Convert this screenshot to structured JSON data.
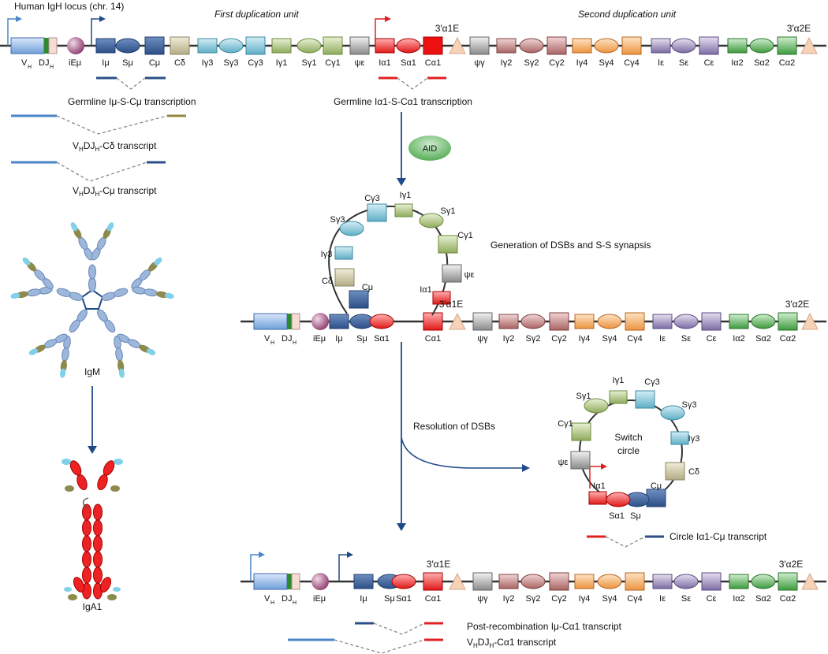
{
  "top": {
    "locus_label": "Human IgH locus (chr. 14)",
    "first_unit": "First duplication unit",
    "second_unit": "Second duplication unit",
    "row1_labels": [
      "Iμ",
      "Sμ",
      "Cμ",
      "Cδ",
      "Iγ3",
      "Sγ3",
      "Cγ3",
      "Iγ1",
      "Sγ1",
      "Cγ1",
      "ψε",
      "Iα1",
      "Sα1",
      "Cα1",
      "ψγ",
      "Iγ2",
      "Sγ2",
      "Cγ2",
      "Iγ4",
      "Sγ4",
      "Cγ4",
      "Iε",
      "Sε",
      "Cε",
      "Iα2",
      "Sα2",
      "Cα2"
    ],
    "enh_labels": [
      "3′α1E",
      "3′α2E"
    ]
  },
  "gene_labels": {
    "vh": "V",
    "vh_sub": "H",
    "djh": "DJ",
    "djh_sub": "H",
    "iemu": "iEμ"
  },
  "transcripts": {
    "germline_mu": "Germline Iμ-S-Cμ transcription",
    "vhdjh_cdelta_pre": "V",
    "vhdjh_cdelta_sub1": "H",
    "vhdjh_cdelta_mid": "DJ",
    "vhdjh_cdelta_sub2": "H",
    "vhdjh_cdelta_post": "-Cδ transcript",
    "vhdjh_cmu_post": "-Cμ transcript",
    "germline_alpha": "Germline Iα1-S-Cα1 transcription",
    "circle": "Circle Iα1-Cμ transcript",
    "post_recomb": "Post-recombination Iμ-Cα1 transcript",
    "vhdjh_ca1_post": "-Cα1 transcript"
  },
  "steps": {
    "aid": "AID",
    "dsb": "Generation of DSBs and S-S synapsis",
    "resolution": "Resolution of DSBs",
    "switch_circle_1": "Switch",
    "switch_circle_2": "circle"
  },
  "loop_labels": [
    "Cμ",
    "Cδ",
    "Iγ3",
    "Sγ3",
    "Cγ3",
    "Iγ1",
    "Sγ1",
    "Cγ1",
    "ψε",
    "Iα1",
    "3′α1E"
  ],
  "row2_labels": [
    "Iμ",
    "Sμ",
    "Sα1",
    "Cα1",
    "ψγ",
    "Iγ2",
    "Sγ2",
    "Cγ2",
    "Iγ4",
    "Sγ4",
    "Cγ4",
    "Iε",
    "Sε",
    "Cε",
    "Iα2",
    "Sα2",
    "Cα2",
    "3′α2E"
  ],
  "circle_labels": [
    "Sγ1",
    "Iγ1",
    "Cγ3",
    "Sγ3",
    "Iγ3",
    "Cδ",
    "Cμ",
    "Sμ",
    "Sα1",
    "Iα1",
    "Cγ1",
    "ψε"
  ],
  "row3_labels": [
    "Iμ",
    "Sμ",
    "Sα1",
    "Cα1",
    "3′α1E",
    "ψγ",
    "Iγ2",
    "Sγ2",
    "Cγ2",
    "Iγ4",
    "Sγ4",
    "Cγ4",
    "Iε",
    "Sε",
    "Cε",
    "Iα2",
    "Sα2",
    "Cα2",
    "3′α2E"
  ],
  "antibodies": {
    "igm": "IgM",
    "iga1": "IgA1"
  }
}
